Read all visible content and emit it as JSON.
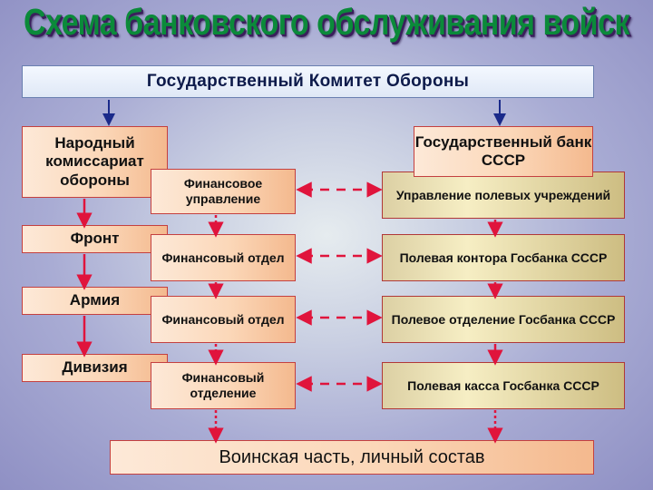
{
  "title": "Схема банковского обслуживания войск",
  "top_body": "Государственный Комитет Обороны",
  "left_column": [
    "Народный комиссариат обороны",
    "Фронт",
    "Армия",
    "Дивизия"
  ],
  "finance_column": [
    "Финансовое управление",
    "Финансовый отдел",
    "Финансовый отдел",
    "Финансовый отделение"
  ],
  "bank_column": [
    "Государственный банк СССР",
    "Управление полевых учреждений",
    "Полевая контора Госбанка СССР",
    "Полевое отделение Госбанка СССР",
    "Полевая касса Госбанка СССР"
  ],
  "bottom_box": "Воинская часть, личный состав",
  "colors": {
    "arrow_red": "#e0143c",
    "arrow_blue": "#1a2a8a",
    "title_green": "#0b8a3a"
  }
}
